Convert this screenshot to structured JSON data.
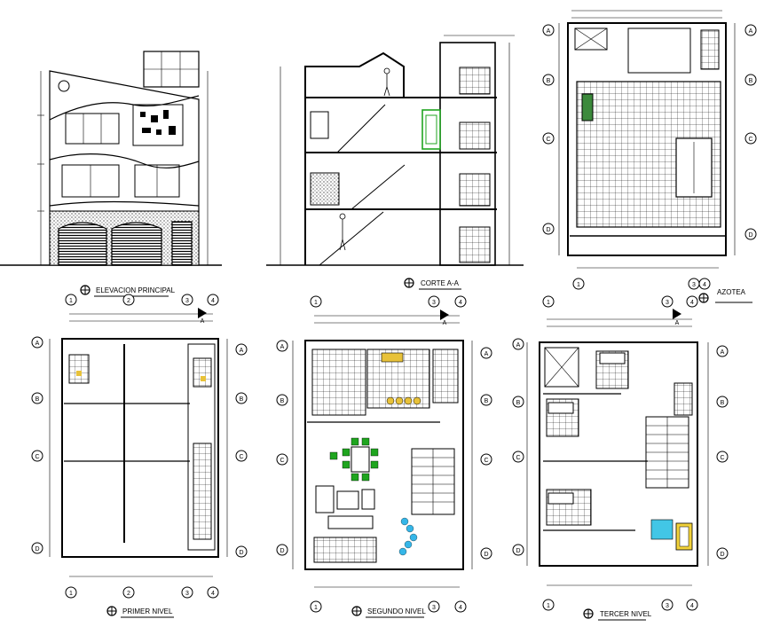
{
  "colors": {
    "ink": "#000000",
    "paper": "#ffffff",
    "furniture_yellow": "#e8c23a",
    "dining_green": "#1fa51f",
    "stair_cyan": "#35b6e8",
    "bath_cyan": "#42c6e6",
    "tub_yellow": "#f2d23a",
    "bench_green": "#3c8a3c"
  },
  "drawings": {
    "elevation": {
      "title": "ELEVACION PRINCIPAL"
    },
    "section": {
      "title": "CORTE A-A"
    },
    "roof": {
      "title": "AZOTEA",
      "col_labels": [
        "1",
        "3",
        "4"
      ],
      "row_labels": [
        "A",
        "B",
        "C",
        "D"
      ]
    },
    "level1": {
      "title": "PRIMER NIVEL",
      "col_labels": [
        "1",
        "2",
        "3",
        "4"
      ],
      "row_labels": [
        "A",
        "B",
        "C",
        "D"
      ],
      "section_mark": "A"
    },
    "level2": {
      "title": "SEGUNDO NIVEL",
      "col_labels": [
        "1",
        "3",
        "4"
      ],
      "row_labels": [
        "A",
        "B",
        "C",
        "D"
      ],
      "section_mark": "A"
    },
    "level3": {
      "title": "TERCER NIVEL",
      "col_labels": [
        "1",
        "3",
        "4"
      ],
      "row_labels": [
        "A",
        "B",
        "C",
        "D"
      ],
      "section_mark": "A"
    }
  }
}
